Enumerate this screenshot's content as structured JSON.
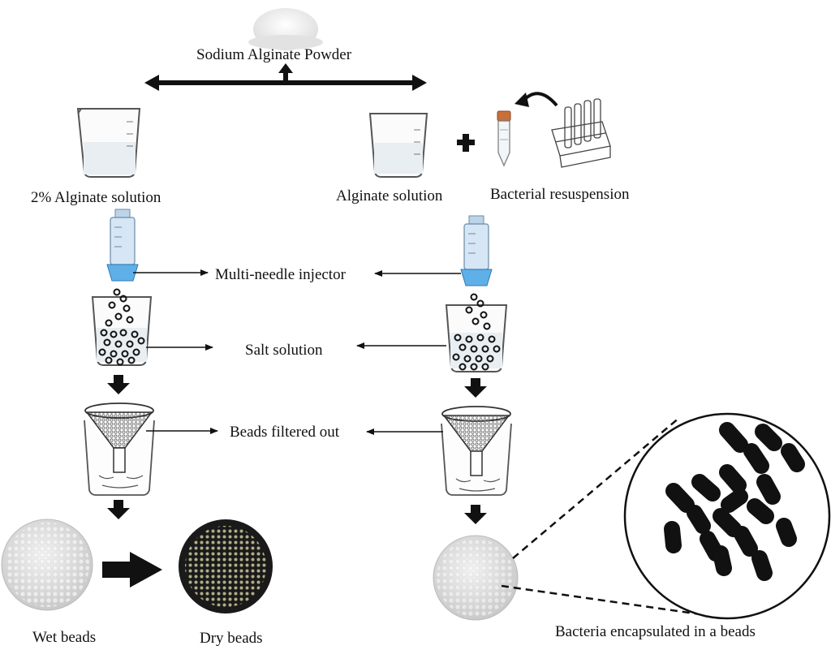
{
  "labels": {
    "powder": "Sodium Alginate Powder",
    "alginate_2pct": "2% Alginate solution",
    "alginate_solution": "Alginate solution",
    "bacterial_resuspension": "Bacterial resuspension",
    "injector": "Multi-needle injector",
    "salt": "Salt solution",
    "filtered": "Beads filtered out",
    "wet": "Wet beads",
    "dry": "Dry beads",
    "encapsulated": "Bacteria encapsulated in a beads"
  },
  "icons": [
    "powder-pile-icon",
    "beaker-icon",
    "plus-icon",
    "falcon-tube-icon",
    "test-tube-rack-icon",
    "syringe-icon",
    "funnel-icon",
    "bacteria-icon"
  ],
  "colors": {
    "ink": "#111111",
    "syringe_blue": "#5fb0e8",
    "liquid": "#e8eef2",
    "beads_wet": "#e4e4e4",
    "beads_dry_bg": "#1a1a1a",
    "beads_dry_dot": "#c9c79a"
  }
}
